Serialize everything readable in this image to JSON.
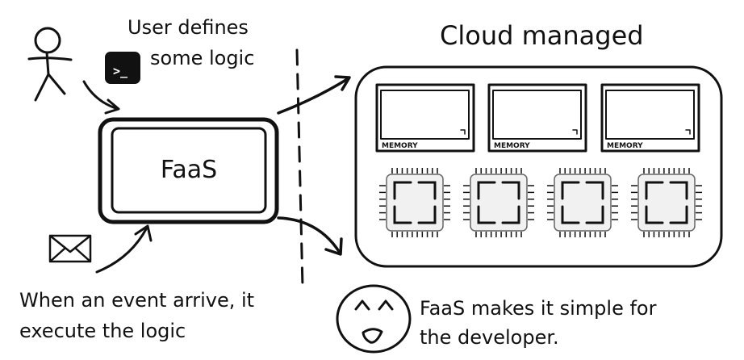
{
  "user_note": {
    "line1": "User defines",
    "line2": "some logic"
  },
  "cloud": {
    "title": "Cloud managed",
    "memory_label": "MEMORY",
    "memory_blocks": 3,
    "cpu_blocks": 4
  },
  "faas_box": {
    "label": "FaaS"
  },
  "terminal": {
    "prompt": ">_"
  },
  "event_note": {
    "line1": "When an event arrive, it",
    "line2": "execute the logic"
  },
  "developer_note": {
    "line1": "FaaS makes it simple for",
    "line2": "the developer."
  },
  "icons": [
    "stick-figure-user-icon",
    "terminal-icon",
    "envelope-icon",
    "smiley-face-icon"
  ]
}
